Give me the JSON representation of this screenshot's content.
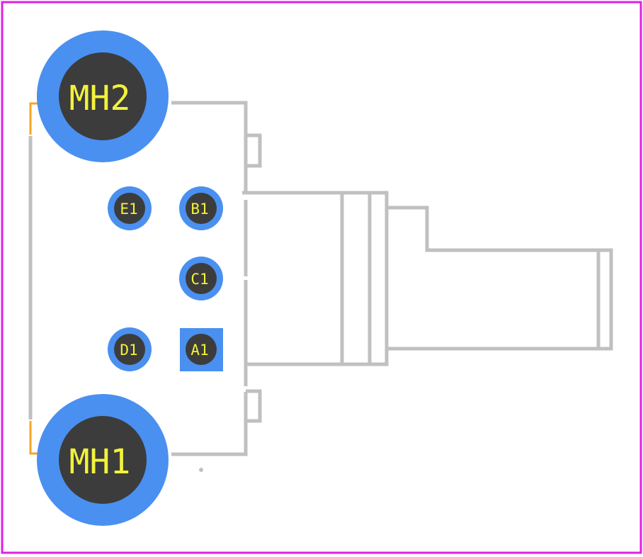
{
  "footprint": {
    "colors": {
      "background": "#ffffff",
      "board_outline": "#e020e0",
      "silkscreen": "#c0c0c0",
      "fabrication": "#f5a623",
      "copper": "#4a90f0",
      "drill": "#3c3c3c",
      "label": "#f2f23a"
    },
    "mounting_holes": [
      {
        "id": "mh2",
        "label": "MH2"
      },
      {
        "id": "mh1",
        "label": "MH1"
      }
    ],
    "pads": [
      {
        "id": "e1",
        "label": "E1",
        "shape": "round"
      },
      {
        "id": "b1",
        "label": "B1",
        "shape": "round"
      },
      {
        "id": "c1",
        "label": "C1",
        "shape": "round"
      },
      {
        "id": "d1",
        "label": "D1",
        "shape": "round"
      },
      {
        "id": "a1",
        "label": "A1",
        "shape": "square"
      }
    ]
  }
}
